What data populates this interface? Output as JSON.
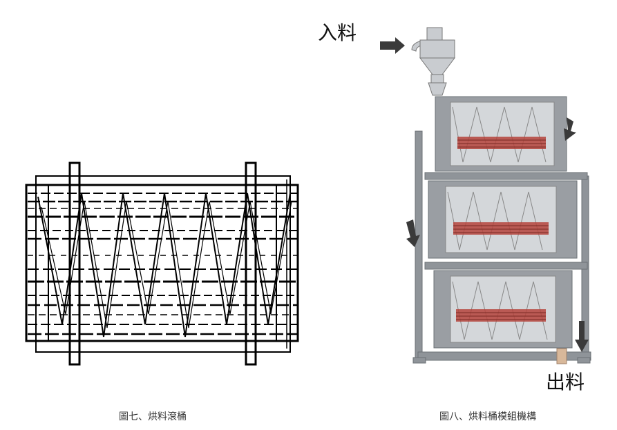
{
  "figure7": {
    "caption": "圖七、烘料滾桶"
  },
  "figure8": {
    "caption": "圖八、烘料桶模組機構",
    "label_input": "入料",
    "label_output": "出料",
    "colors": {
      "frame": "#8f9499",
      "drum": "#c8cbce",
      "heater": "#b5443c",
      "arrow": "#3a3a3a"
    }
  }
}
